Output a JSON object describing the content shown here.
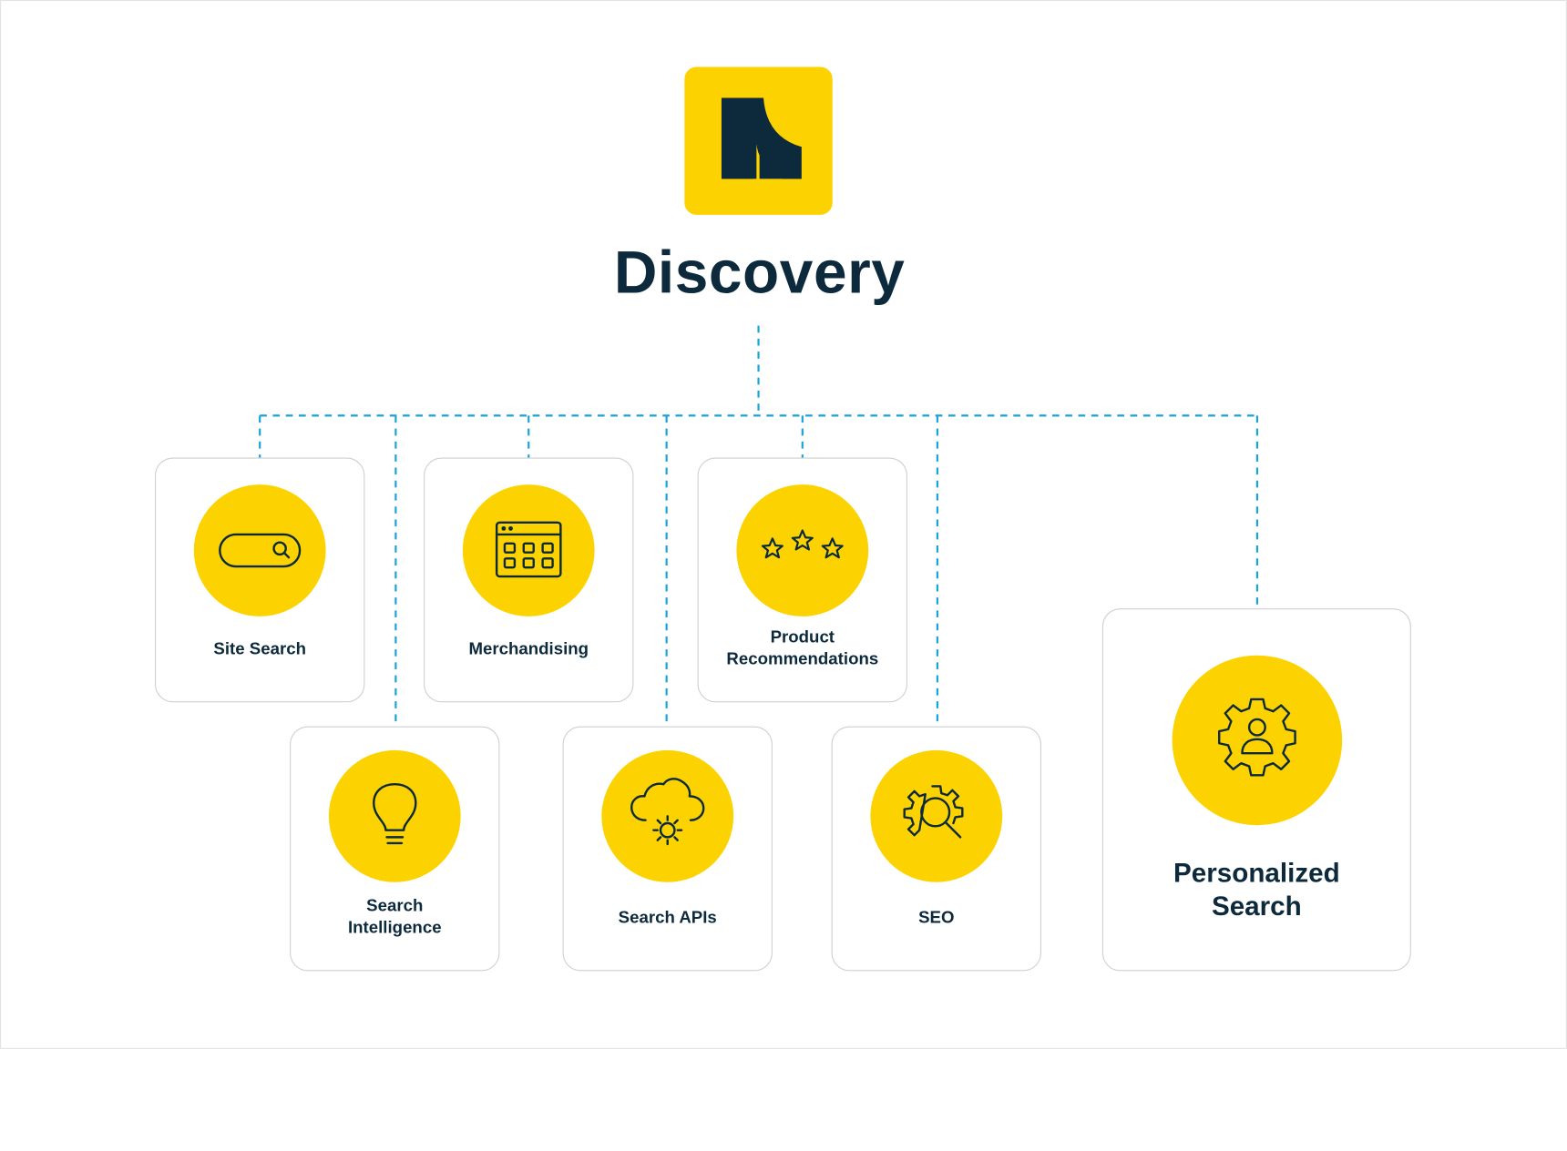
{
  "header": {
    "logo_icon": "brand-logo-icon",
    "title": "Discovery"
  },
  "colors": {
    "accent_yellow": "#fcd200",
    "navy": "#0d2a3d",
    "connector_blue": "#1aa3d9",
    "card_border": "#cfcfcf"
  },
  "cards": [
    {
      "id": "site-search",
      "label_lines": [
        "Site Search"
      ],
      "icon": "search-bar-icon"
    },
    {
      "id": "merchandising",
      "label_lines": [
        "Merchandising"
      ],
      "icon": "product-grid-icon"
    },
    {
      "id": "product-recommendations",
      "label_lines": [
        "Product",
        "Recommendations"
      ],
      "icon": "stars-icon"
    },
    {
      "id": "search-intelligence",
      "label_lines": [
        "Search",
        "Intelligence"
      ],
      "icon": "lightbulb-icon"
    },
    {
      "id": "search-apis",
      "label_lines": [
        "Search APIs"
      ],
      "icon": "cloud-gear-icon"
    },
    {
      "id": "seo",
      "label_lines": [
        "SEO"
      ],
      "icon": "gear-magnifier-icon"
    },
    {
      "id": "personalized-search",
      "label_lines": [
        "Personalized",
        "Search"
      ],
      "icon": "gear-person-icon"
    }
  ]
}
